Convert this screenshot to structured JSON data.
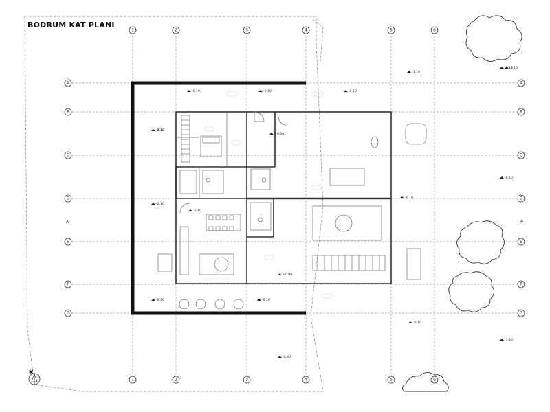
{
  "title": "BODRUM KAT PLANI",
  "north_label": "K",
  "grid": {
    "columns": [
      "1",
      "2",
      "3",
      "4",
      "5",
      "6"
    ],
    "rows": [
      "A",
      "B",
      "C",
      "D",
      "E",
      "F",
      "G"
    ]
  },
  "elevation_labels": [
    "-0.10",
    "-0.10",
    "-0.10",
    "-0.10",
    "-1.10",
    "-1.10",
    "-0.10",
    "-0.10",
    "+0.00",
    "-0.10",
    "-0.10",
    "-0.10",
    "-0.10",
    "+0.00",
    "-0.10",
    "-0.80",
    "-1.40",
    "-1.10",
    "-0.10"
  ],
  "section_marks": [
    "A",
    "A"
  ]
}
